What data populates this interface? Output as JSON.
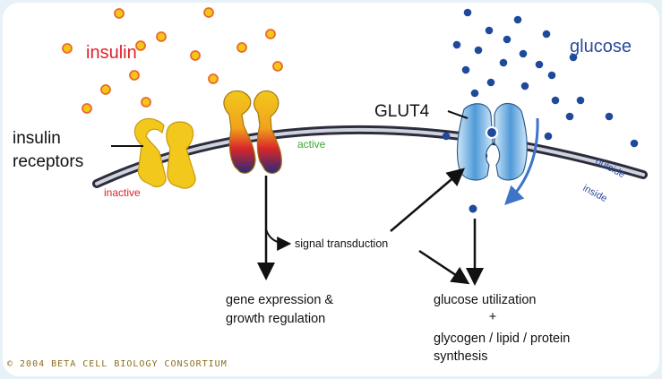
{
  "labels": {
    "insulin": "insulin",
    "glucose": "glucose",
    "insulin_receptors_line1": "insulin",
    "insulin_receptors_line2": "receptors",
    "inactive": "inactive",
    "active": "active",
    "glut4": "GLUT4",
    "outside": "outside",
    "inside": "inside",
    "signal_transduction": "signal transduction",
    "gene_expression_line1": "gene expression &",
    "gene_expression_line2": "growth regulation",
    "glucose_utilization_line1": "glucose utilization",
    "glucose_utilization_line2": "+",
    "glucose_utilization_line3": "glycogen / lipid / protein",
    "glucose_utilization_line4": "synthesis"
  },
  "footer": {
    "copyright": "© 2004 BETA CELL BIOLOGY CONSORTIUM"
  },
  "colors": {
    "insulin_text": "#e0202a",
    "glucose_text": "#2b4a9c",
    "active_text": "#3aa62e",
    "inactive_text": "#e0202a",
    "insulin_dot": "#f5c518",
    "insulin_dot_border": "#e96a2a",
    "glucose_dot": "#1f4a9c",
    "receptor": "#f2c81c",
    "membrane": "#2c2c3c",
    "glut4": "#6aaee0",
    "flow_arrow": "#3f73c8",
    "frame_bg": "#e6f1f8"
  }
}
